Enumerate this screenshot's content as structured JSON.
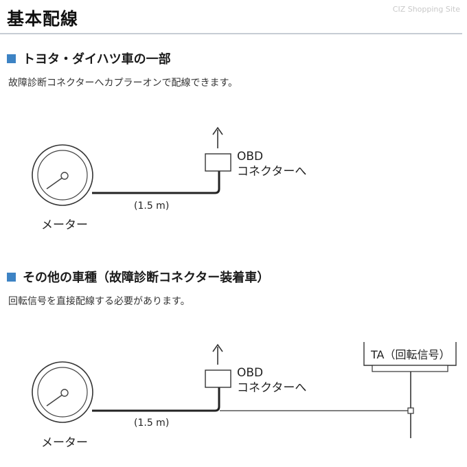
{
  "header": {
    "title": "基本配線",
    "watermark": "CIZ Shopping Site"
  },
  "sections": [
    {
      "title": "トヨタ・ダイハツ車の一部",
      "description": "故障診断コネクターへカプラーオンで配線できます。",
      "diagram": {
        "meter_label": "メーター",
        "cable_length": "(1.5 m)",
        "connector_label_line1": "OBD",
        "connector_label_line2": "コネクターへ"
      }
    },
    {
      "title": "その他の車種（故障診断コネクター装着車）",
      "description": "回転信号を直接配線する必要があります。",
      "diagram": {
        "meter_label": "メーター",
        "cable_length": "(1.5 m)",
        "connector_label_line1": "OBD",
        "connector_label_line2": "コネクターへ",
        "ta_label": "TA（回転信号）"
      }
    }
  ],
  "colors": {
    "accent": "#3d83c4",
    "line": "#222222"
  }
}
